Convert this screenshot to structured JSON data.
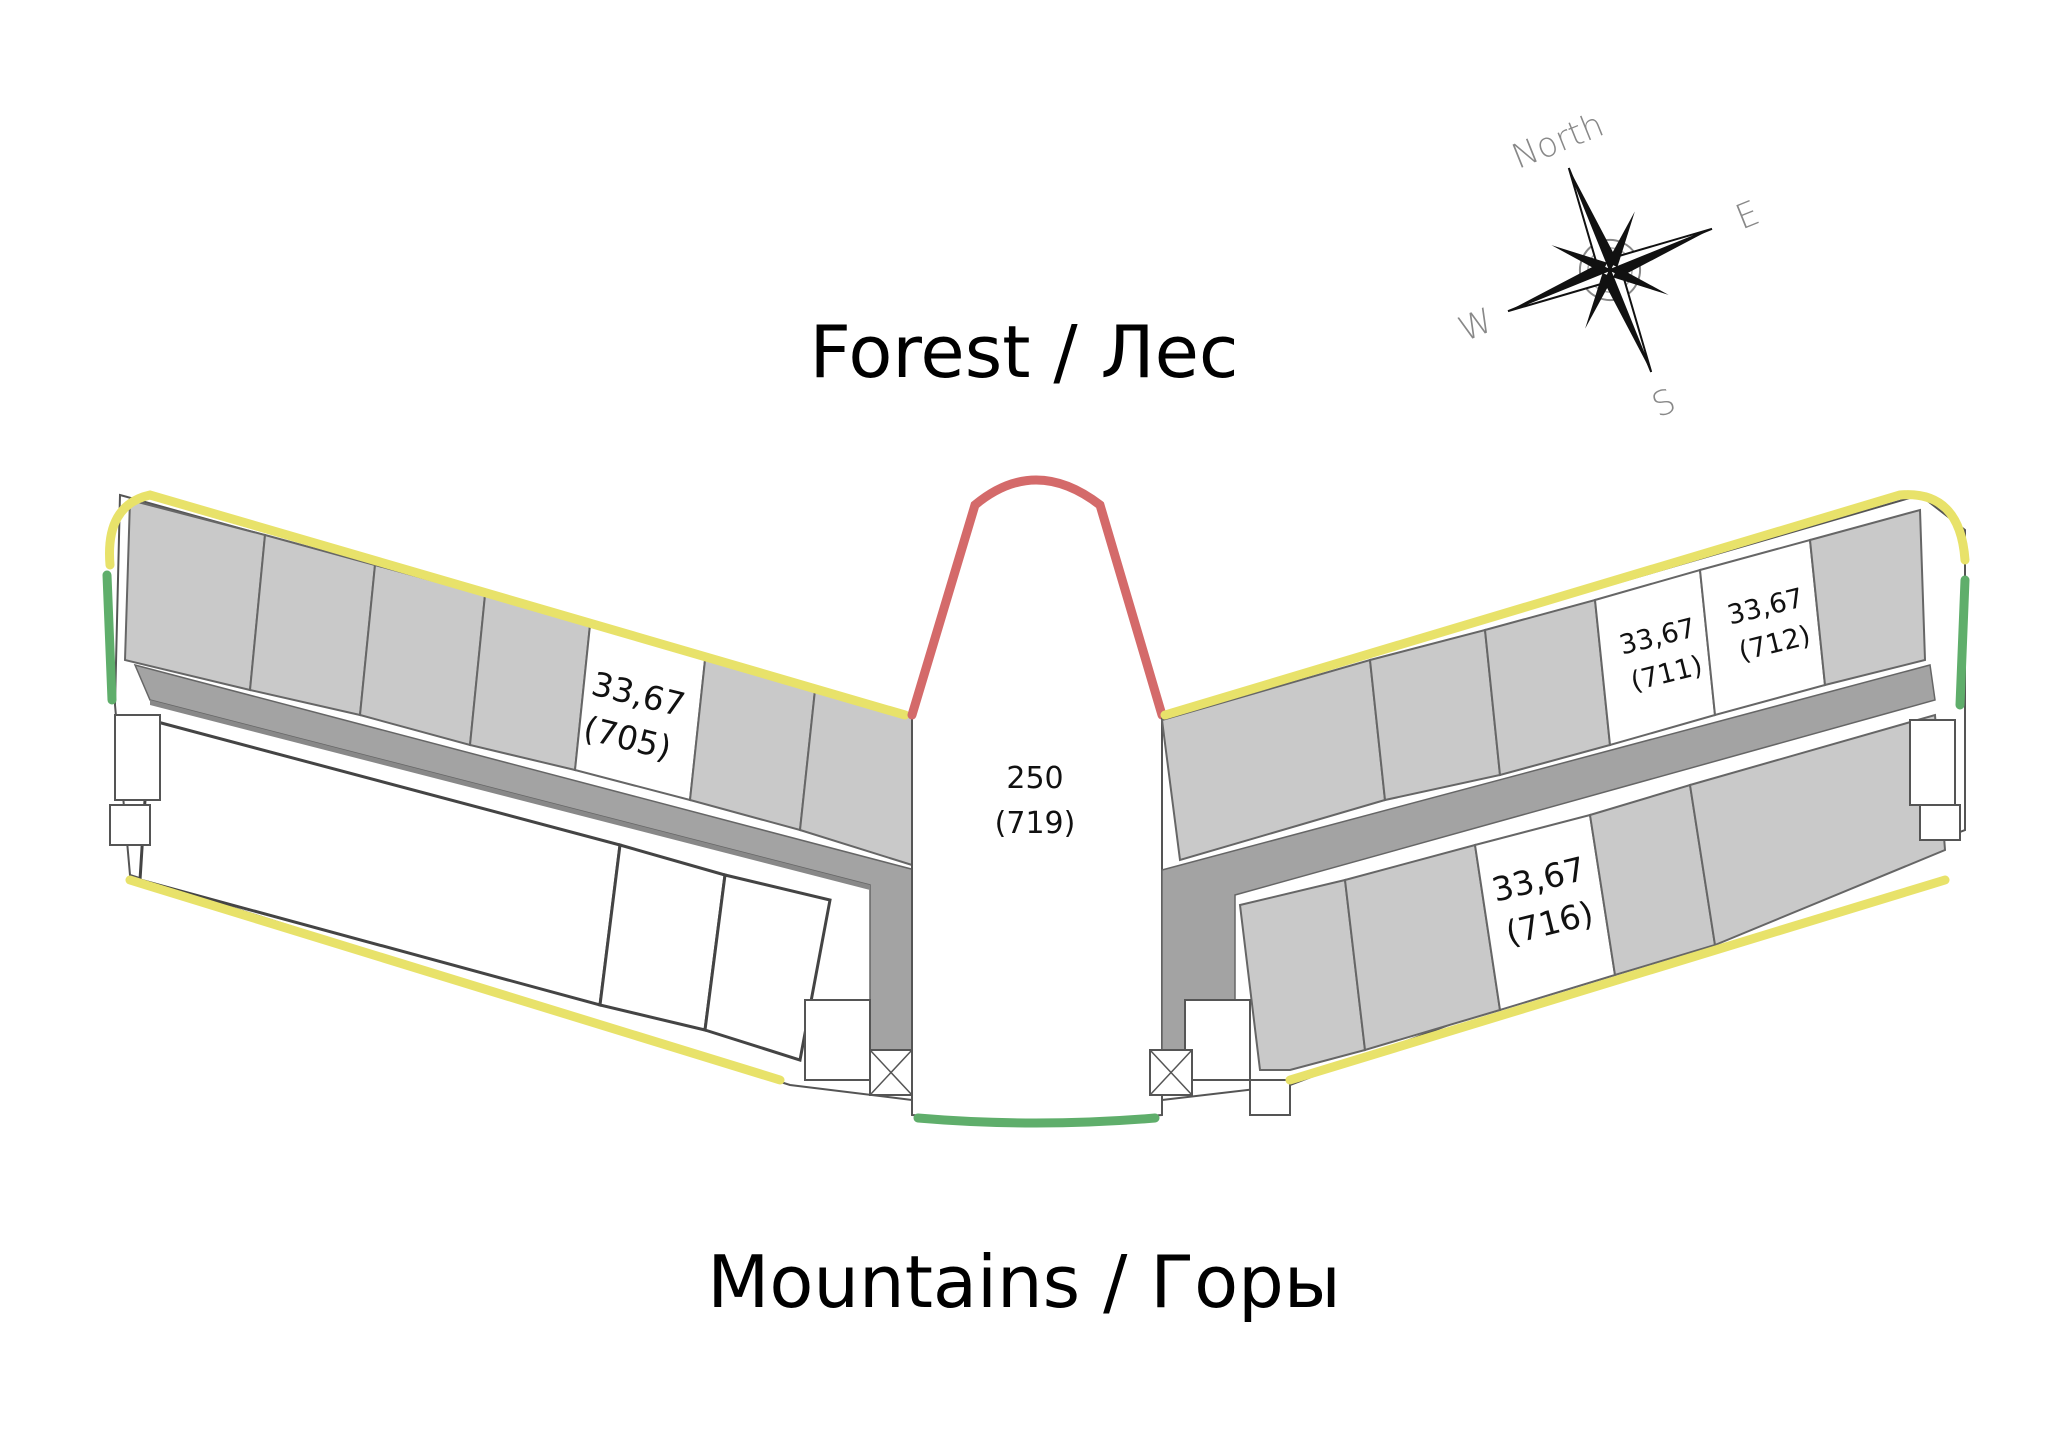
{
  "labels": {
    "top": "Forest / Лес",
    "bottom": "Mountains / Горы"
  },
  "compass": {
    "north": "North",
    "east": "E",
    "west": "W",
    "south": "S"
  },
  "units": {
    "u705": {
      "area": "33,67",
      "number": "(705)"
    },
    "u711": {
      "area": "33,67",
      "number": "(711)"
    },
    "u712": {
      "area": "33,67",
      "number": "(712)"
    },
    "u716": {
      "area": "33,67",
      "number": "(716)"
    },
    "u719": {
      "area": "250",
      "number": "(719)"
    }
  },
  "colors": {
    "occupied": "#c9c9c9",
    "available": "#ffffff",
    "corridor": "#9e9e9e",
    "view_yellow": "#e8e26a",
    "view_red": "#d46a6a",
    "view_green": "#5fae6b"
  }
}
